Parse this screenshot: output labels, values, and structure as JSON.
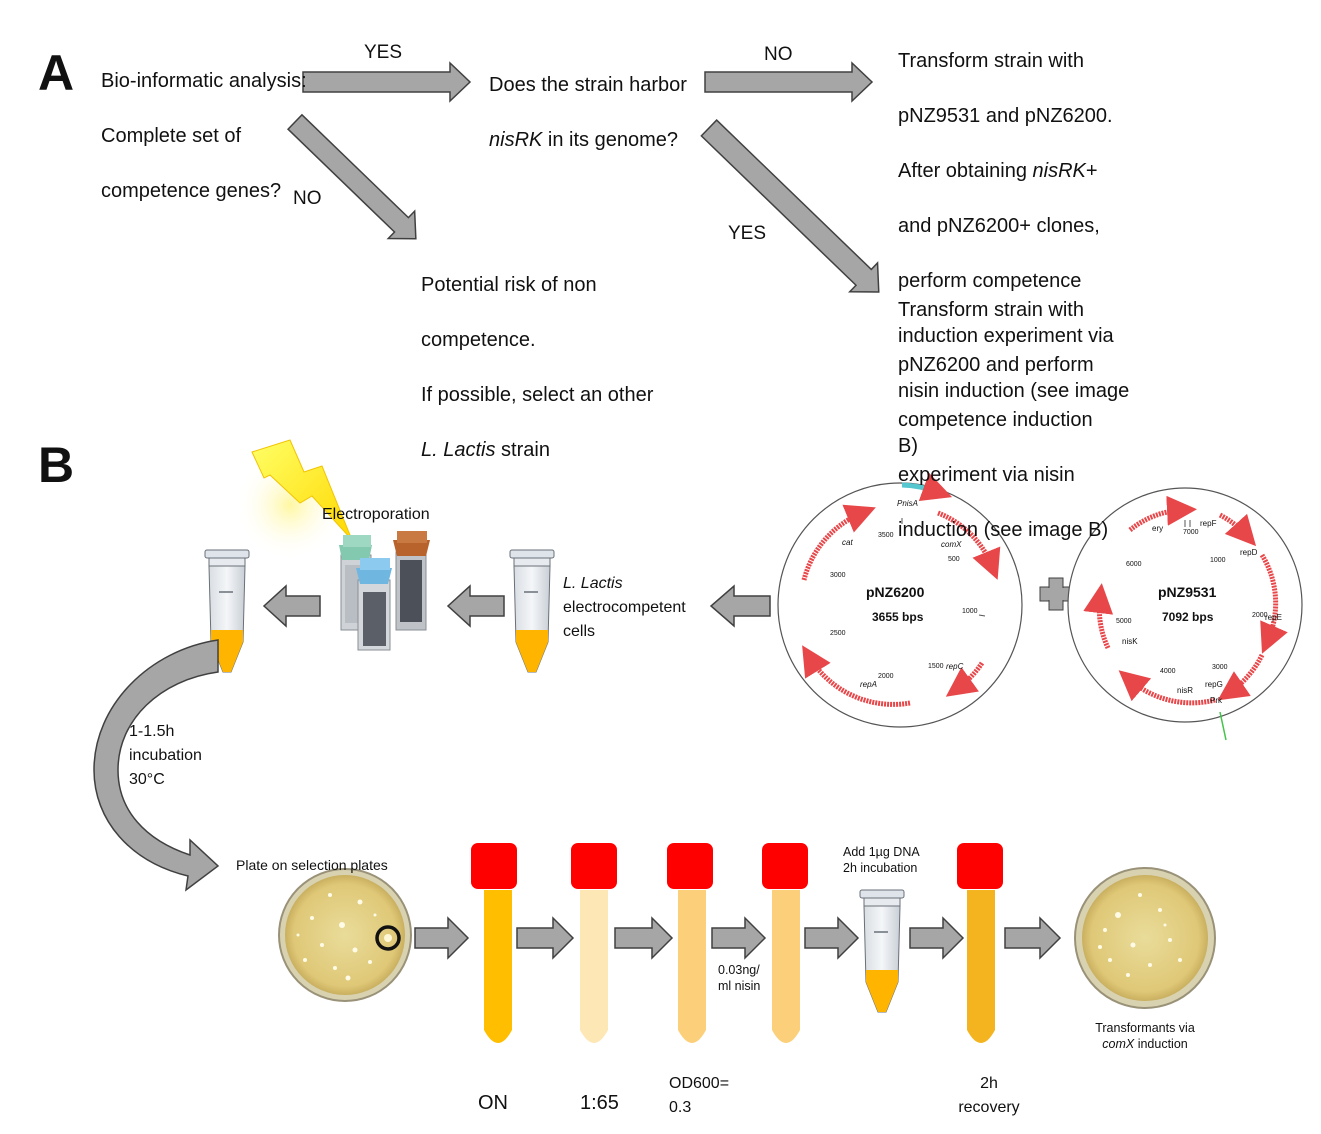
{
  "panelA": {
    "letter": "A",
    "box1_lines": [
      "Bio-informatic analysis:",
      "Complete set of",
      "competence genes?"
    ],
    "box2_line1": "Does the strain harbor",
    "box2_line2_italic": "nisRK",
    "box2_line2_rest": " in its genome?",
    "box3_line1": "Transform strain with",
    "box3_line2": "pNZ9531 and pNZ6200.",
    "box3_line3_pre": "After obtaining ",
    "box3_line3_italic": "nisRK",
    "box3_line3_post": "+",
    "box3_rest": [
      "and pNZ6200+ clones,",
      "perform competence",
      "induction experiment via",
      "nisin induction (see image",
      "B)"
    ],
    "box4_lines": [
      "Potential risk of non",
      "competence.",
      "If possible, select an other"
    ],
    "box4_italic": "L. Lactis",
    "box4_tail": " strain",
    "box5_lines": [
      "Transform strain with",
      "pNZ6200 and perform",
      "competence induction",
      "experiment via nisin",
      "induction (see image B)"
    ],
    "yes1": "YES",
    "no1": "NO",
    "no2": "NO",
    "yes2": "YES"
  },
  "panelB": {
    "letter": "B",
    "electroporation": "Electroporation",
    "cells_italic": "L. Lactis",
    "cells_line2": "electrocompetent",
    "cells_line3": "cells",
    "incubation": [
      "1-1.5h",
      "incubation",
      "30°C"
    ],
    "plate_label": "Plate on selection plates",
    "add_dna": [
      "Add 1µg DNA",
      "2h incubation"
    ],
    "nisin_conc": [
      "0.03ng/",
      "ml nisin"
    ],
    "transformants": "Transformants via",
    "transformants_italic": "comX",
    "transformants_tail": " induction",
    "step_on": "ON",
    "step_dilution": "1:65",
    "step_od": [
      "OD600=",
      "0.3"
    ],
    "step_recovery": [
      "2h",
      "recovery"
    ],
    "plasmid1": {
      "name": "pNZ6200",
      "size": "3655 bps",
      "features": [
        "PnisA",
        "comX",
        "repC",
        "repA",
        "cat"
      ],
      "ticks": [
        "500",
        "1000",
        "1500",
        "2000",
        "2500",
        "3000",
        "3500"
      ]
    },
    "plasmid2": {
      "name": "pNZ9531",
      "size": "7092 bps",
      "features": [
        "ery",
        "repF",
        "repD",
        "repE",
        "repG",
        "Prk",
        "nisR",
        "nisK"
      ],
      "ticks": [
        "1000",
        "2000",
        "3000",
        "4000",
        "5000",
        "6000",
        "7000"
      ]
    }
  },
  "colors": {
    "arrow_fill": "#a6a6a6",
    "arrow_stroke": "#404040",
    "cap_red": "#ff0000",
    "medium_orange": "#ffc000",
    "plate_yellow": "#e8d48a",
    "plasmid_red": "#e8474a",
    "bolt_yellow": "#ffff00"
  }
}
